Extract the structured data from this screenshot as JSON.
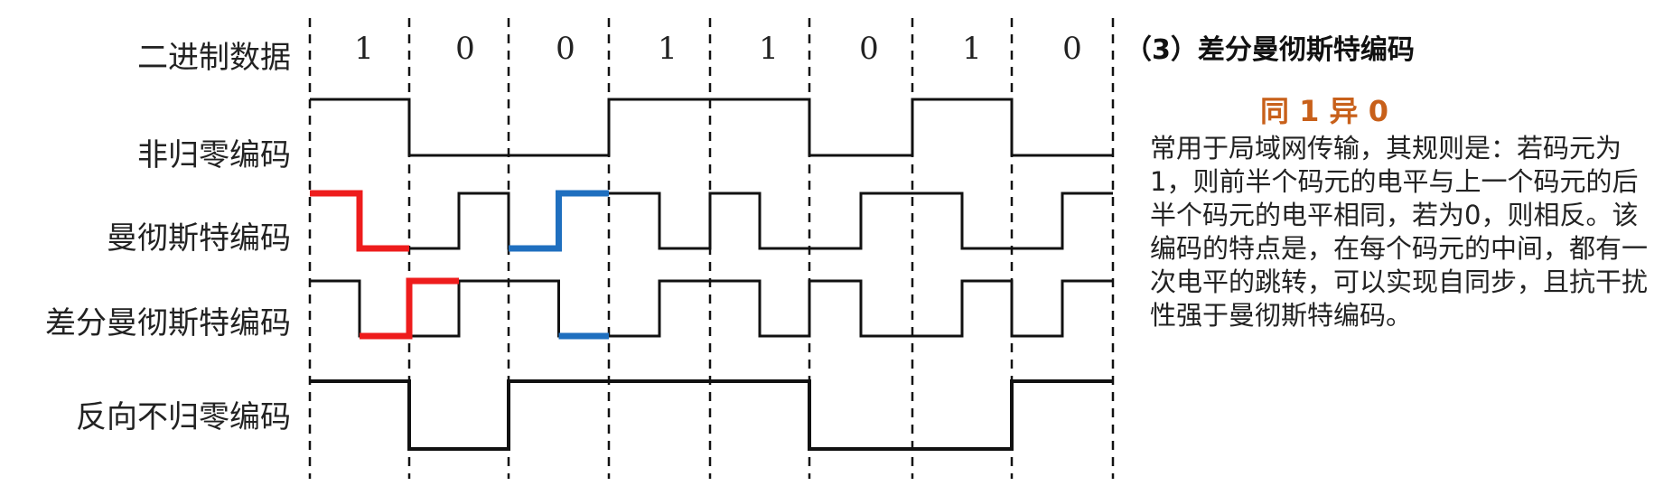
{
  "row_labels": {
    "binary": "二进制数据",
    "nrz": "非归零编码",
    "manchester": "曼彻斯特编码",
    "diff_manchester": "差分曼彻斯特编码",
    "nrzi": "反向不归零编码"
  },
  "bits": [
    "1",
    "0",
    "0",
    "1",
    "1",
    "0",
    "1",
    "0"
  ],
  "signals": {
    "nrz": [
      1,
      0,
      0,
      1,
      1,
      0,
      1,
      0
    ],
    "manchester_halves": [
      [
        1,
        0
      ],
      [
        0,
        1
      ],
      [
        0,
        1
      ],
      [
        1,
        0
      ],
      [
        1,
        0
      ],
      [
        0,
        1
      ],
      [
        1,
        0
      ],
      [
        0,
        1
      ]
    ],
    "diff_manchester_halves": [
      [
        1,
        0
      ],
      [
        0,
        1
      ],
      [
        1,
        0
      ],
      [
        0,
        1
      ],
      [
        1,
        0
      ],
      [
        1,
        0
      ],
      [
        0,
        1
      ],
      [
        0,
        1
      ]
    ],
    "nrzi": [
      1,
      0,
      1,
      1,
      1,
      0,
      0,
      1
    ]
  },
  "colors": {
    "highlight_red": "#ee1c1c",
    "highlight_blue": "#1f6fbf",
    "signal": "#111111",
    "rule_text": "#c8601a"
  },
  "panel": {
    "title": "（3）差分曼彻斯特编码",
    "rule": "同 1 异 0",
    "description": "常用于局域网传输，其规则是：若码元为1，则前半个码元的电平与上一个码元的后半个码元的电平相同，若为0，则相反。该编码的特点是，在每个码元的中间，都有一次电平的跳转，可以实现自同步，且抗干扰性强于曼彻斯特编码。"
  }
}
